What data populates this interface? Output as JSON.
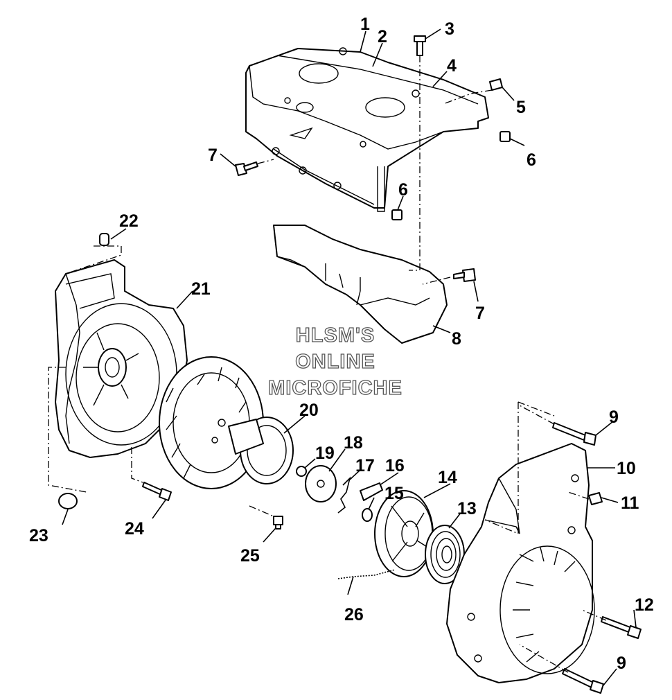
{
  "watermark": {
    "line1": "HLSM'S",
    "line2": "ONLINE",
    "line3": "MICROFICHE"
  },
  "callouts": {
    "c1": "1",
    "c2": "2",
    "c3": "3",
    "c4": "4",
    "c5": "5",
    "c6a": "6",
    "c6b": "6",
    "c7a": "7",
    "c7b": "7",
    "c8": "8",
    "c9a": "9",
    "c9b": "9",
    "c10": "10",
    "c11": "11",
    "c12": "12",
    "c13": "13",
    "c14": "14",
    "c15": "15",
    "c16": "16",
    "c17": "17",
    "c18": "18",
    "c19": "19",
    "c20": "20",
    "c21": "21",
    "c22": "22",
    "c23": "23",
    "c24": "24",
    "c25": "25",
    "c26": "26"
  }
}
